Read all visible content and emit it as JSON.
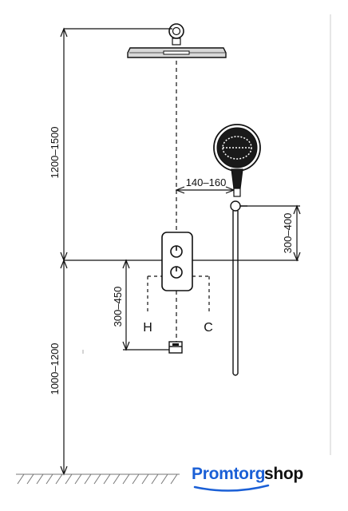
{
  "diagram": {
    "dimensions": {
      "head_height": "1200–1500",
      "valve_height": "1000–1200",
      "arm_offset": "140–160",
      "holder_spacing": "300–400",
      "valve_to_outlet": "300–450"
    },
    "labels": {
      "hot": "H",
      "cold": "C"
    }
  },
  "brand": {
    "name_part1": "Promtorg",
    "name_part2": "shop",
    "colors": {
      "part1": "#1a5fd6",
      "part2": "#111111",
      "swoosh": "#1a5fd6"
    }
  },
  "colors": {
    "line": "#111111",
    "hatch": "#888888",
    "right_border": "#e6e6e6"
  }
}
